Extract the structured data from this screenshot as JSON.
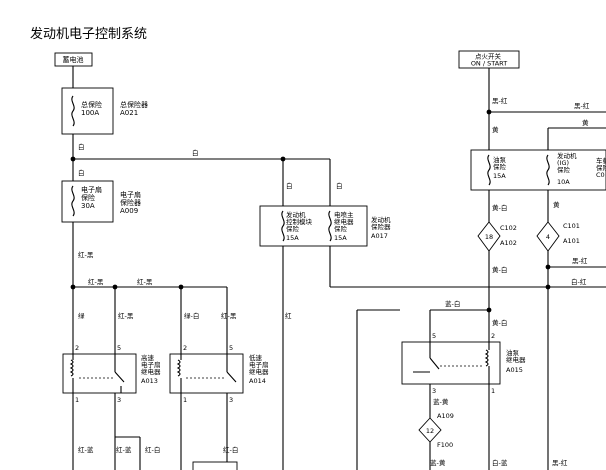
{
  "title": "发动机电子控制系统",
  "battery": "蓄电池",
  "ignition_switch": "点火开关\nON / START",
  "main_fuse": {
    "name": "总保险",
    "rating": "100A",
    "label": "总保险器",
    "code": "A021"
  },
  "fan_fuse": {
    "name": "电子扇\n保险",
    "rating": "30A",
    "label": "电子扇\n保险器",
    "code": "A009"
  },
  "ecm_fuse_box": {
    "label": "发动机\n保险器",
    "code": "A017",
    "left": {
      "name": "发动机\n控制模块\n保险",
      "rating": "15A"
    },
    "right": {
      "name": "电喷主\n继电器\n保险",
      "rating": "15A"
    }
  },
  "pump_fuse": {
    "name": "油泵\n保险",
    "rating": "15A"
  },
  "ig_fuse": {
    "name": "发动机\n(IG)\n保险",
    "rating": "10A"
  },
  "truncated_label": "车载\n保险\nC0",
  "relay_high": {
    "label": "高速\n电子扇\n继电器",
    "code": "A013",
    "pins": [
      "2",
      "5",
      "1",
      "3"
    ]
  },
  "relay_low": {
    "label": "低速\n电子扇\n继电器",
    "code": "A014",
    "pins": [
      "2",
      "5",
      "1",
      "3"
    ]
  },
  "relay_pump": {
    "label": "油泵\n继电器",
    "code": "A015",
    "pins": [
      "5",
      "2",
      "3",
      "1"
    ]
  },
  "connectors": [
    {
      "num": "18",
      "top": "C102",
      "bottom": "A102"
    },
    {
      "num": "4",
      "top": "C101",
      "bottom": "A101"
    },
    {
      "num": "12",
      "top": "A109",
      "bottom": "F100"
    }
  ],
  "wires": {
    "white": "白",
    "yellow": "黄",
    "black_red": "黑-红",
    "red_black": "红-黑",
    "green": "绿",
    "green_white": "绿-白",
    "red": "红",
    "blue_white": "蓝-白",
    "yellow_white": "黄-白",
    "white_red": "白-红",
    "red_blue": "红-蓝",
    "red_white": "红-白",
    "blue_yellow": "蓝-黄",
    "white_blue": "白-蓝"
  }
}
